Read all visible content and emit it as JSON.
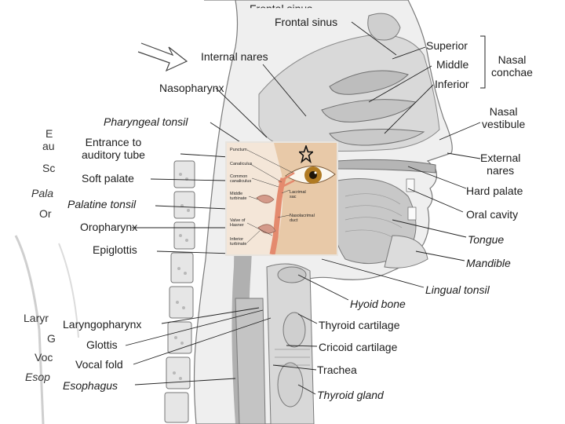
{
  "title_partial": "Frontal sinus",
  "labels": {
    "frontal_sinus": "Frontal sinus",
    "superior": "Superior",
    "middle": "Middle",
    "inferior": "Inferior",
    "nasal_conchae": "Nasal\nconchae",
    "internal_nares": "Internal nares",
    "nasopharynx": "Nasopharynx",
    "nasal_vestibule": "Nasal\nvestibule",
    "pharyngeal_tonsil": "Pharyngeal tonsil",
    "entrance_auditory_tube": "Entrance to\nauditory tube",
    "external_nares": "External\nnares",
    "soft_palate": "Soft palate",
    "hard_palate": "Hard palate",
    "palatine_tonsil": "Palatine tonsil",
    "oral_cavity": "Oral cavity",
    "oropharynx": "Oropharynx",
    "tongue": "Tongue",
    "epiglottis": "Epiglottis",
    "mandible": "Mandible",
    "lingual_tonsil": "Lingual tonsil",
    "hyoid_bone": "Hyoid bone",
    "laryngopharynx": "Laryngopharynx",
    "thyroid_cartilage": "Thyroid cartilage",
    "glottis": "Glottis",
    "cricoid_cartilage": "Cricoid cartilage",
    "vocal_fold": "Vocal fold",
    "trachea": "Trachea",
    "esophagus": "Esophagus",
    "thyroid_gland": "Thyroid gland"
  },
  "ghost_labels": {
    "e": "E",
    "au": "au",
    "sc": "Sc",
    "pala": "Pala",
    "or": "Or",
    "laryr": "Laryr",
    "g": "G",
    "voc": "Voc",
    "esop": "Esop"
  },
  "inset": {
    "punctum": "Punctum",
    "canaliculus": "Canaliculus",
    "common_canaliculus": "Common\ncanaliculus",
    "middle_turbinate": "Middle\nturbinate",
    "lacrimal_sac": "Lacrimal\nsac",
    "valve_of_hasner": "Valve of\nHasner",
    "nasolacrimal_duct": "Nasolacrimal\nduct",
    "inferior_turbinate": "Inferior\nturbinate"
  },
  "icons": [
    "star-marker-icon",
    "arrow-icon"
  ]
}
